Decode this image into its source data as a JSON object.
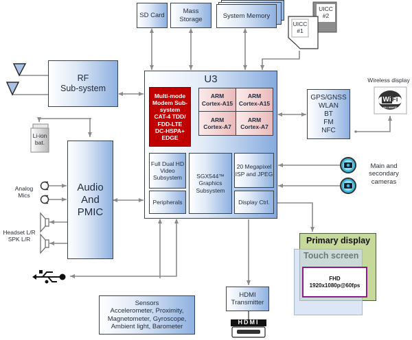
{
  "diagram_title": "",
  "blocks": {
    "sd_card": "SD Card",
    "mass_storage": [
      "Mass",
      "Storage"
    ],
    "system_memory": "System Memory",
    "uicc1": [
      "UICC",
      "#1"
    ],
    "uicc2": [
      "UICC",
      "#2"
    ],
    "rf": [
      "RF",
      "Sub-system"
    ],
    "u3": {
      "title": "U3",
      "modem": [
        "Multi-mode",
        "Modem Sub-",
        "system",
        "CAT-4 TDD/",
        "FDD-LTE",
        "DC-HSPA+",
        "EDGE"
      ],
      "cores": [
        [
          "ARM",
          "Cortex-A15"
        ],
        [
          "ARM",
          "Cortex-A15"
        ],
        [
          "ARM",
          "Cortex-A7"
        ],
        [
          "ARM",
          "Cortex-A7"
        ]
      ],
      "video": [
        "Full Dual HD",
        "Video",
        "Subsystem"
      ],
      "graphics": [
        "SGX544™",
        "Graphics",
        "Subsystem"
      ],
      "isp": [
        "20 Megapixel",
        "ISP and JPEG"
      ],
      "peripherals": "Peripherals",
      "display_ctrl": "Display Ctrl."
    },
    "connectivity": [
      "GPS/GNSS",
      "WLAN",
      "BT",
      "FM",
      "NFC"
    ],
    "wireless_display": {
      "label": "Wireless display",
      "logo_text": [
        "Wi",
        "Fi"
      ],
      "logo_sub": "ALLIANCE"
    },
    "battery": [
      "Li-ion",
      "bat."
    ],
    "audio_pmic": [
      "Audio",
      "And",
      "PMIC"
    ],
    "cameras": [
      "Main and",
      "secondary",
      "cameras"
    ],
    "analog_mics": [
      "Analog",
      "Mics"
    ],
    "headset": [
      "Headset L/R",
      "SPK L/R"
    ],
    "primary_display": "Primary display",
    "touch_screen": "Touch screen",
    "fhd": [
      "FHD",
      "1920x1080p@60fps"
    ],
    "sensors": [
      "Sensors",
      "Accelerometer, Proximity,",
      "Magnetometer, Gyroscope,",
      "Ambient light, Barometer"
    ],
    "hdmi_tx": [
      "HDMI",
      "Transmitter"
    ],
    "hdmi_logo": "HDMI"
  },
  "colors": {
    "modem_red": "#c00000",
    "arm_pink": "#f3cfcf",
    "block_blue": "#8fb1e0",
    "wire_gray": "#8a8a8a",
    "display_green": "#c6d89a",
    "touch_blue": "#dce6f4",
    "fhd_border": "#8b1a8b"
  }
}
